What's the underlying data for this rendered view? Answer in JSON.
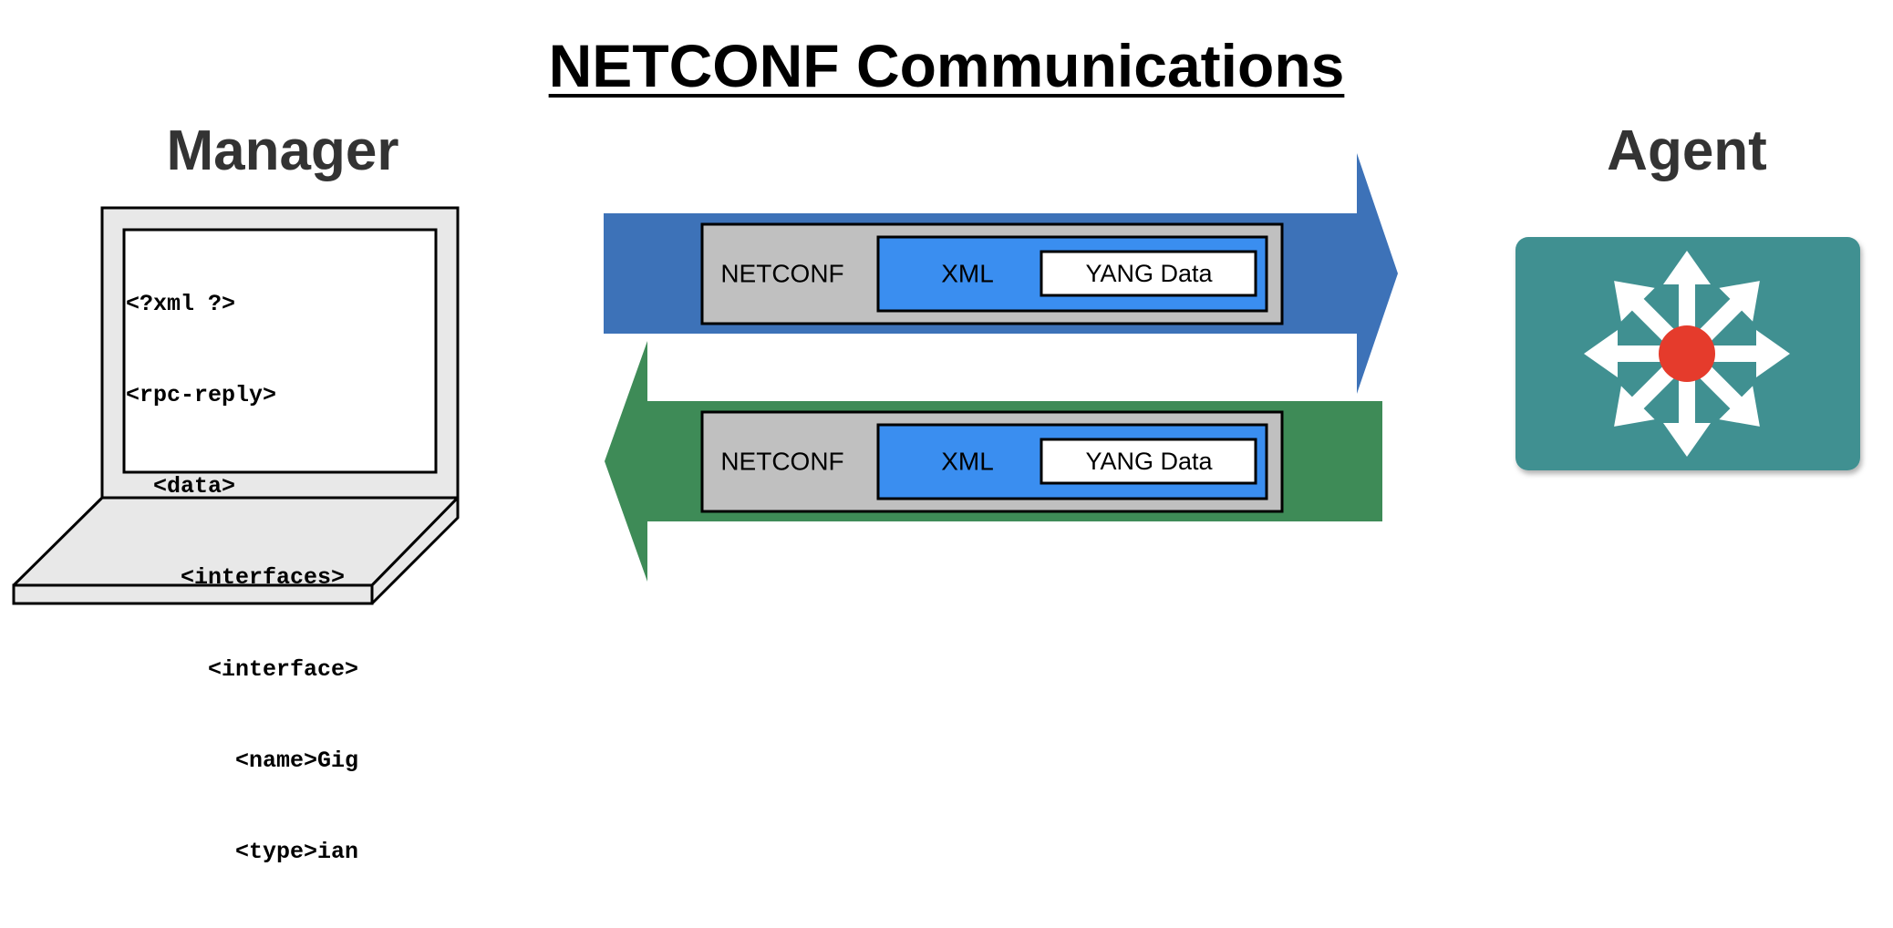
{
  "diagram": {
    "title": "NETCONF Communications",
    "manager": {
      "label": "Manager",
      "code_lines": [
        "<?xml ?>",
        "<rpc-reply>",
        "  <data>",
        "    <interfaces>",
        "      <interface>",
        "        <name>Gig",
        "        <type>ian"
      ]
    },
    "agent": {
      "label": "Agent",
      "icon": "router-icon"
    },
    "messages": [
      {
        "direction": "manager-to-agent",
        "color": "#3d72b8",
        "layers": {
          "netconf": "NETCONF",
          "xml": "XML",
          "yang": "YANG Data"
        }
      },
      {
        "direction": "agent-to-manager",
        "color": "#3e8b57",
        "layers": {
          "netconf": "NETCONF",
          "xml": "XML",
          "yang": "YANG Data"
        }
      }
    ],
    "colors": {
      "netconf_layer": "#c0c0c0",
      "xml_layer": "#3a8ef0",
      "yang_layer": "#ffffff",
      "agent_tile": "#3f9091",
      "agent_core": "#e53b2c"
    }
  }
}
